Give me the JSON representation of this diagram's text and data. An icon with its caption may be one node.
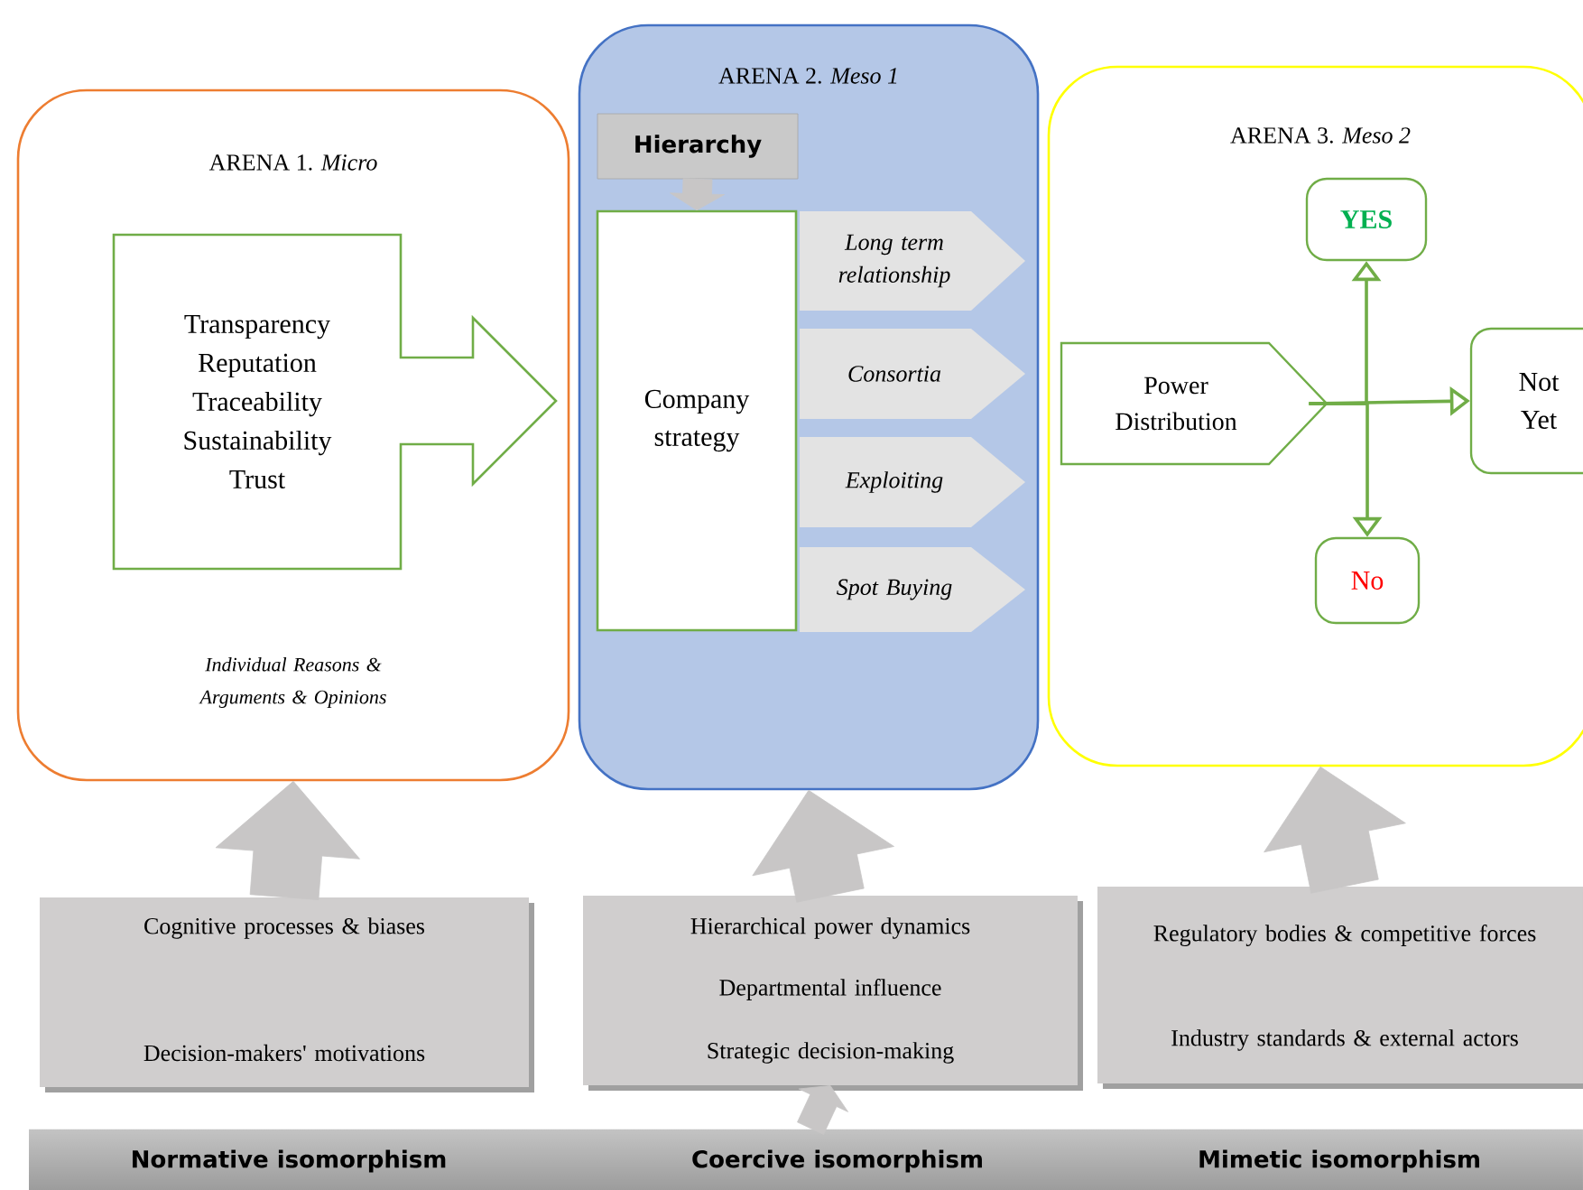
{
  "diagram": {
    "nodes": [
      {
        "text": [
          "ARENA 1. *Micro*",
          "Individual Reasons & Arguments & Opinions"
        ]
      },
      {
        "text": [
          "Transparency Reputation Traceability Sustainability Trust"
        ],
        "in": 0
      },
      {
        "text": [
          "ARENA 2. *Meso 1*"
        ]
      },
      {
        "text": [
          "Hierarchy"
        ],
        "in": 2
      },
      {
        "text": [
          "Company strategy"
        ],
        "in": 2
      },
      {
        "text": [
          "Long term relationship"
        ],
        "in": 2
      },
      {
        "text": [
          "Consortia"
        ],
        "in": 2
      },
      {
        "text": [
          "Exploiting"
        ],
        "in": 2
      },
      {
        "text": [
          "Spot Buying"
        ],
        "in": 2
      },
      {
        "text": [
          "ARENA 3. *Meso 2*"
        ]
      },
      {
        "text": [
          "YES"
        ],
        "in": 9
      },
      {
        "text": [
          "Power Distribution"
        ],
        "in": 9
      },
      {
        "text": [
          "Not Yet"
        ],
        "in": 9
      },
      {
        "text": [
          "No"
        ],
        "in": 9
      },
      {
        "text": [
          "Cognitive processes & biases",
          "Decision-makers' motivations"
        ]
      },
      {
        "text": [
          "Hierarchical power dynamics",
          "Departmental influence",
          "Strategic decision-making"
        ]
      },
      {
        "text": [
          "Regulatory bodies & competitive forces",
          "Industry standards & external actors"
        ]
      },
      {
        "text": [
          "Normative isomorphism",
          "Coercive isomorphism",
          "Mimetic isomorphism"
        ]
      }
    ],
    "edges": [
      {
        "from": 14,
        "to": 0,
        "arrow": "to",
        "style": "thick"
      },
      {
        "from": 15,
        "to": 2,
        "arrow": "to",
        "style": "thick"
      },
      {
        "from": 16,
        "to": 9,
        "arrow": "to",
        "style": "thick"
      },
      {
        "from": 3,
        "to": 4,
        "arrow": "to"
      },
      {
        "from": 11,
        "to": 10,
        "arrow": "to",
        "color": "#70ad47"
      },
      {
        "from": 11,
        "to": 12,
        "arrow": "to",
        "color": "#70ad47"
      },
      {
        "from": 11,
        "to": 13,
        "arrow": "to",
        "color": "#70ad47"
      },
      {
        "from": 17,
        "to": 15,
        "arrow": "to"
      }
    ]
  }
}
